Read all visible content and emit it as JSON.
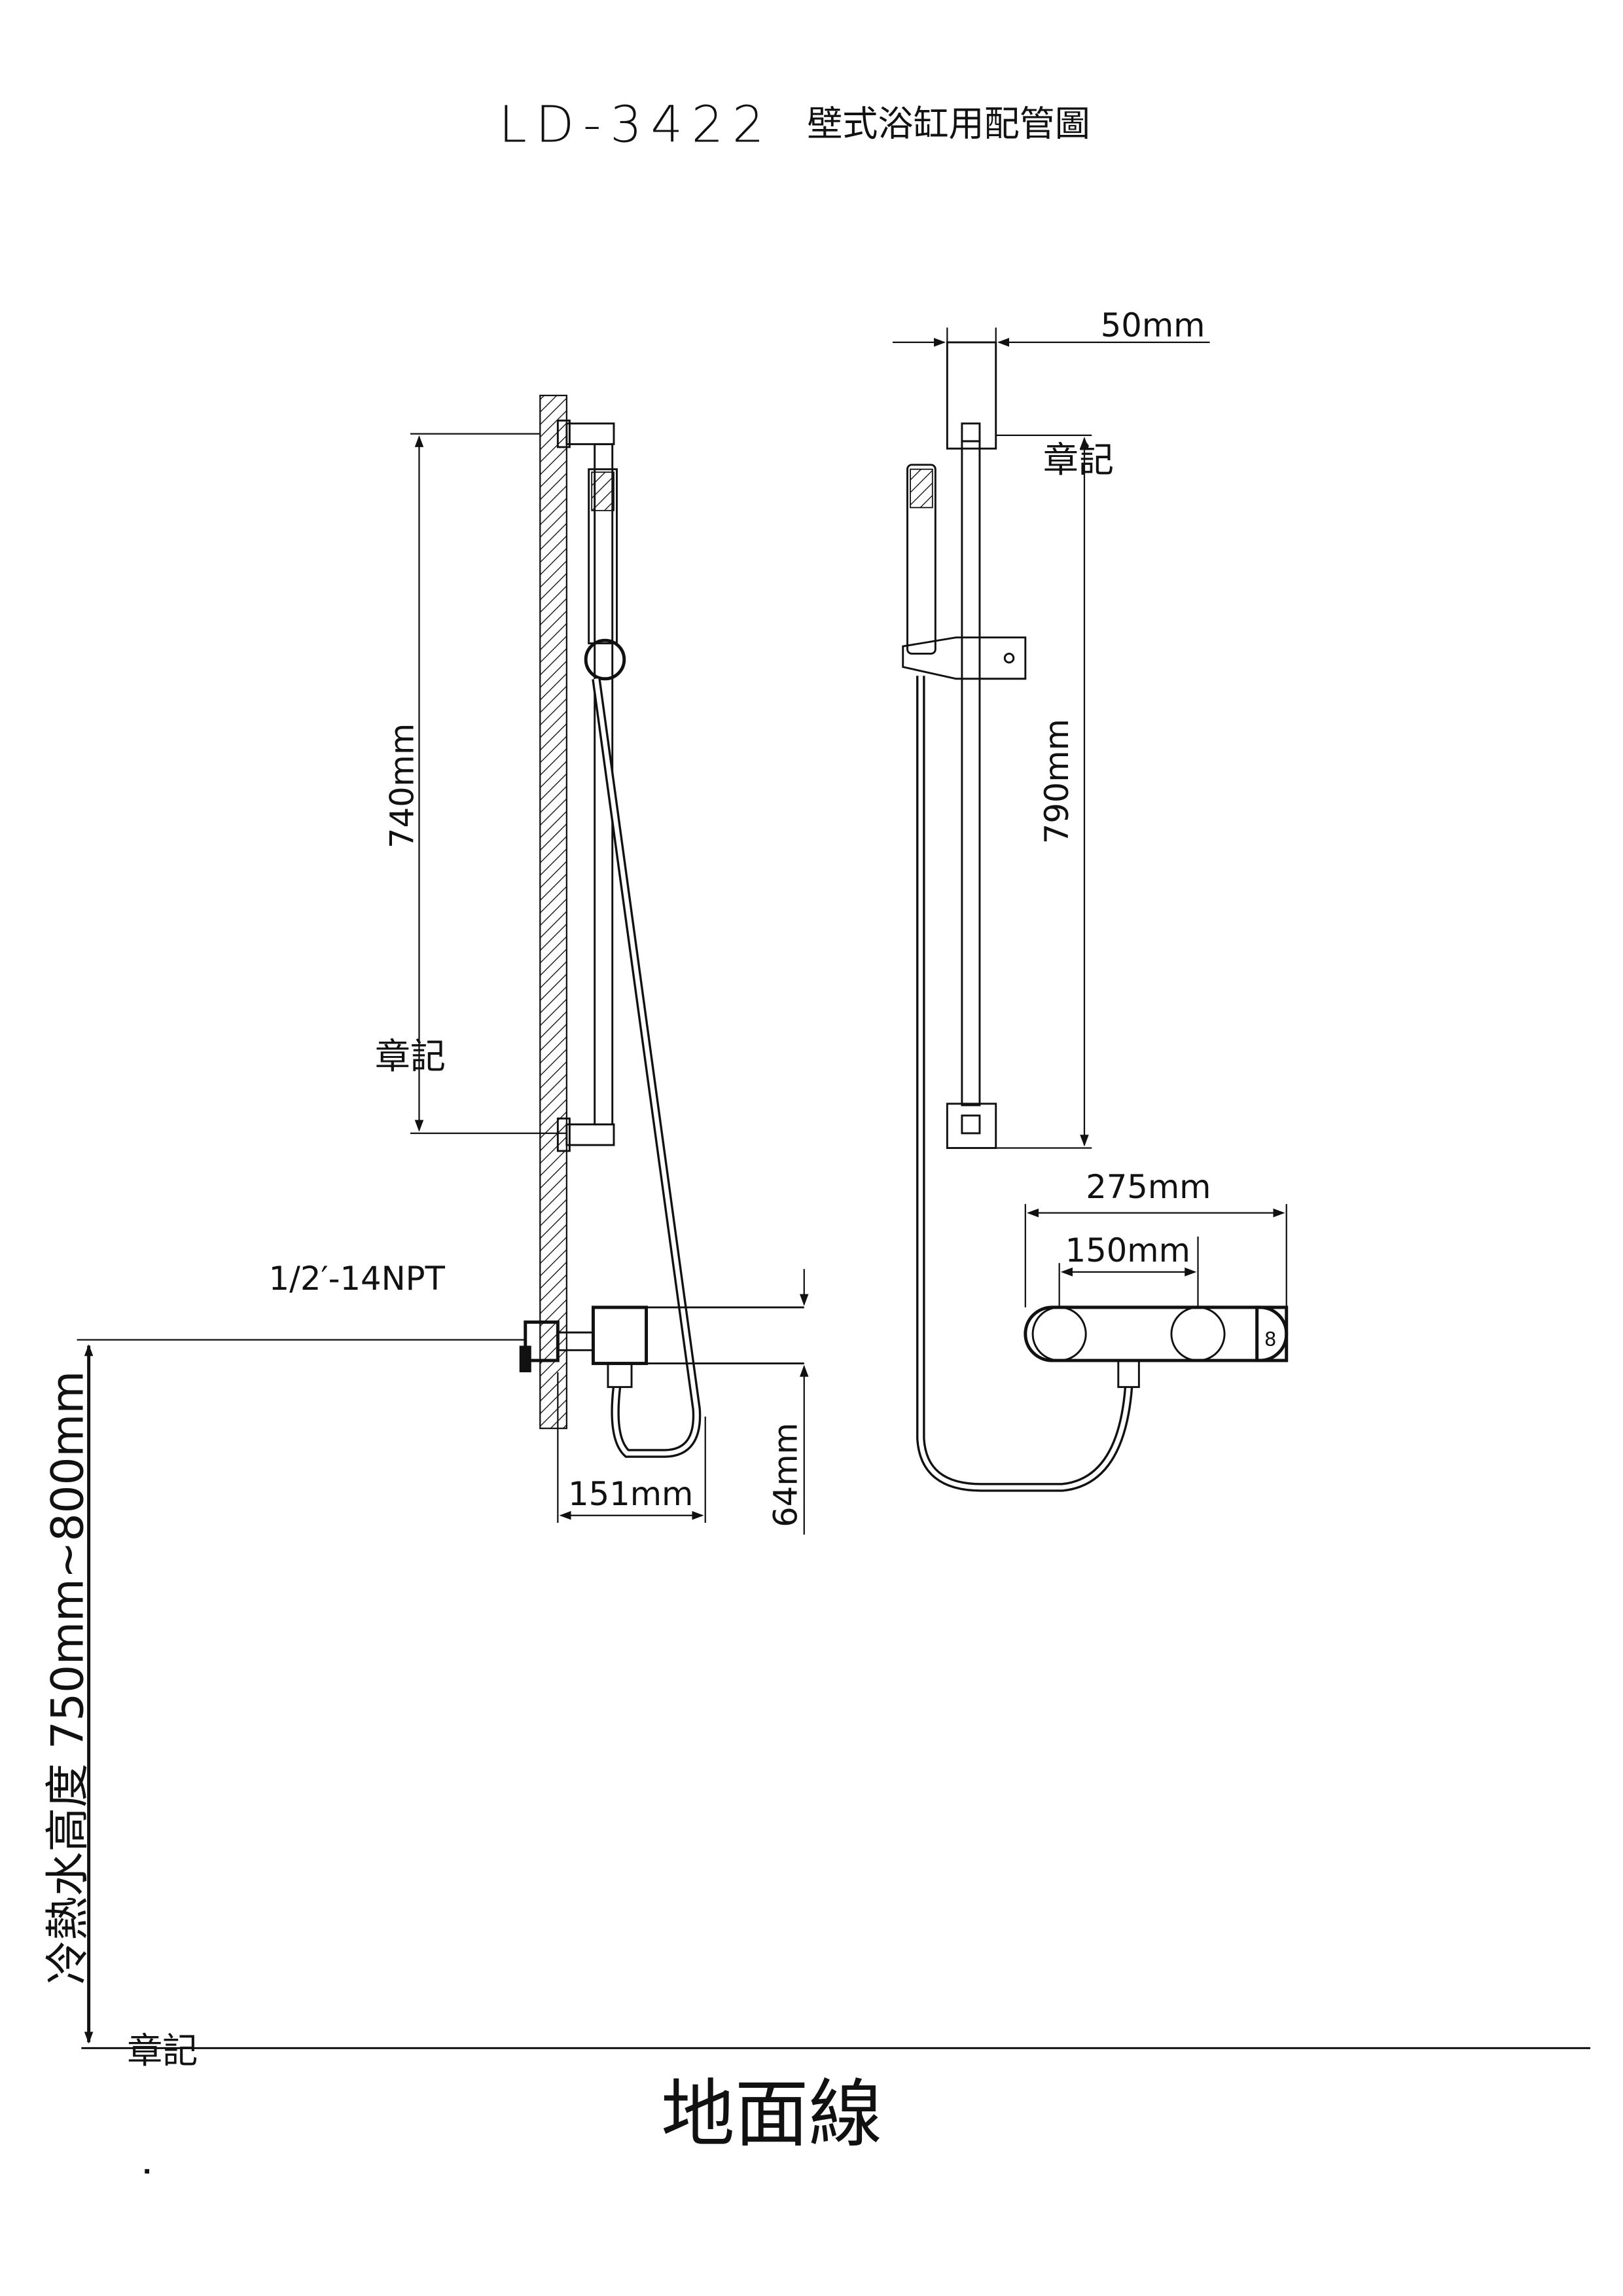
{
  "title": {
    "model": "LD-3422",
    "description": "壁式浴缸用配管圖"
  },
  "side_view": {
    "rail_length": "740mm",
    "stamp": "章記",
    "thread": "1/2′-14NPT",
    "projection": "151mm",
    "height": "64mm"
  },
  "front_view": {
    "bracket_width": "50mm",
    "rail_length": "790mm",
    "stamp": "章記",
    "mixer_length": "275mm",
    "inlet_spacing": "150mm",
    "mixer_marking": "8"
  },
  "install_height": {
    "label": "冷熱水高度 750mm~800mm",
    "stamp": "章記"
  },
  "floor_line": "地面線"
}
